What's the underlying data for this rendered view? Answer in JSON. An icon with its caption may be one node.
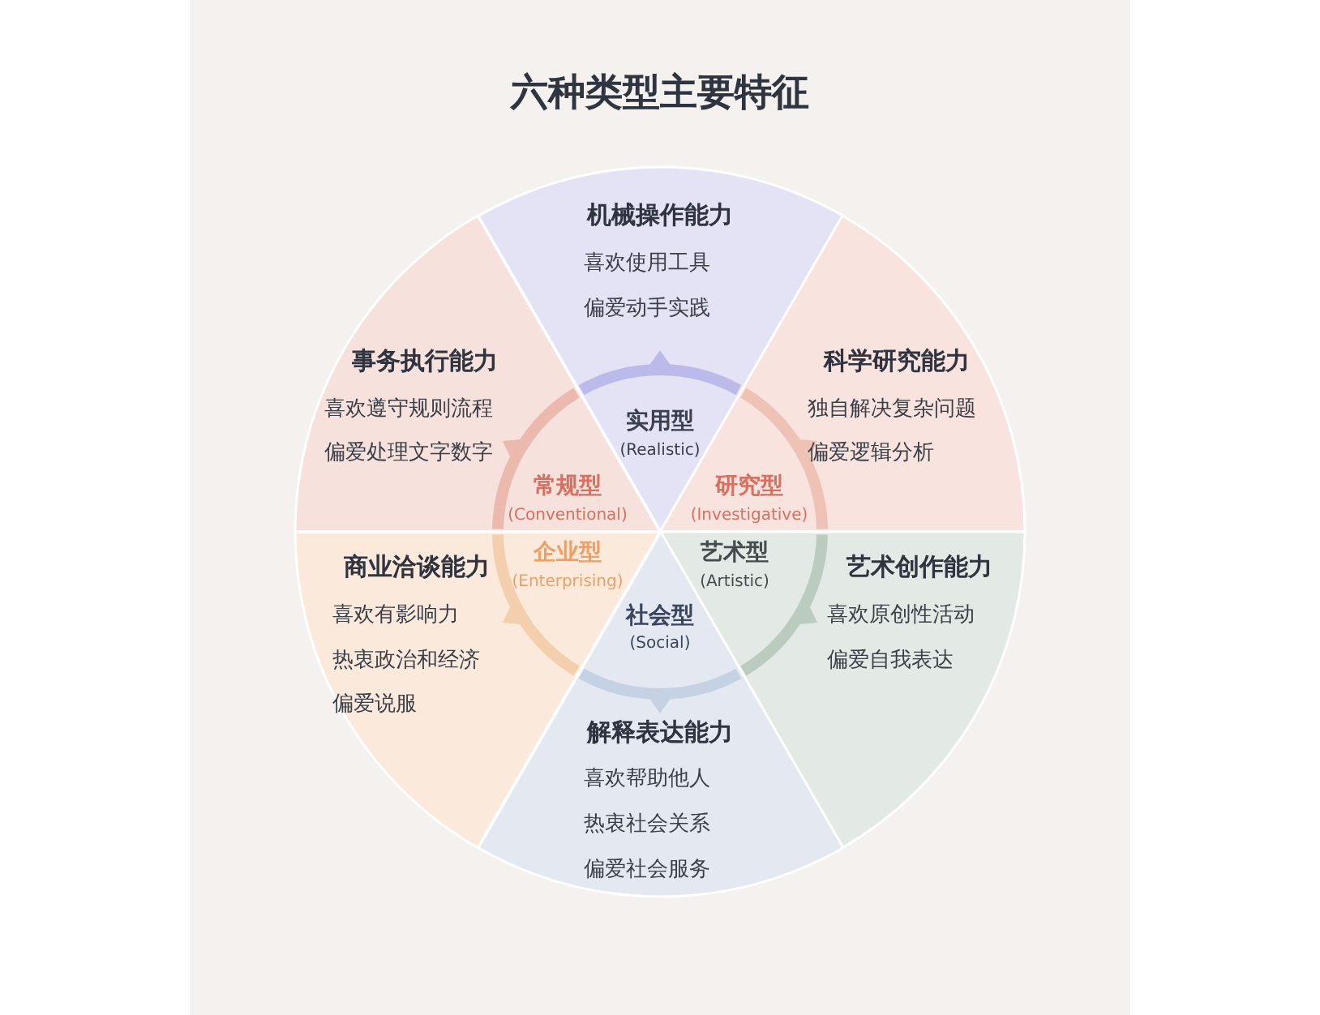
{
  "diagram": {
    "title": "六种类型主要特征",
    "nodes": [
      {
        "text": [
          "机械操作能力",
          "喜欢使用工具",
          "偏爱动手实践"
        ]
      },
      {
        "text": [
          "实用型",
          "(Realistic)"
        ],
        "in": 0
      },
      {
        "text": [
          "科学研究能力",
          "独自解决复杂问题",
          "偏爱逻辑分析"
        ]
      },
      {
        "text": [
          "研究型",
          "(Investigative)"
        ],
        "in": 2
      },
      {
        "text": [
          "艺术创作能力",
          "喜欢原创性活动",
          "偏爱自我表达"
        ]
      },
      {
        "text": [
          "艺术型",
          "(Artistic)"
        ],
        "in": 4
      },
      {
        "text": [
          "解释表达能力",
          "喜欢帮助他人",
          "热衷社会关系",
          "偏爱社会服务"
        ]
      },
      {
        "text": [
          "社会型",
          "(Social)"
        ],
        "in": 6
      },
      {
        "text": [
          "商业洽谈能力",
          "喜欢有影响力",
          "热衷政治和经济",
          "偏爱说服"
        ]
      },
      {
        "text": [
          "企业型",
          "(Enterprising)"
        ],
        "in": 8
      },
      {
        "text": [
          "事务执行能力",
          "喜欢遵守规则流程",
          "偏爱处理文字数字"
        ]
      },
      {
        "text": [
          "常规型",
          "(Conventional)"
        ],
        "in": 10
      }
    ]
  }
}
